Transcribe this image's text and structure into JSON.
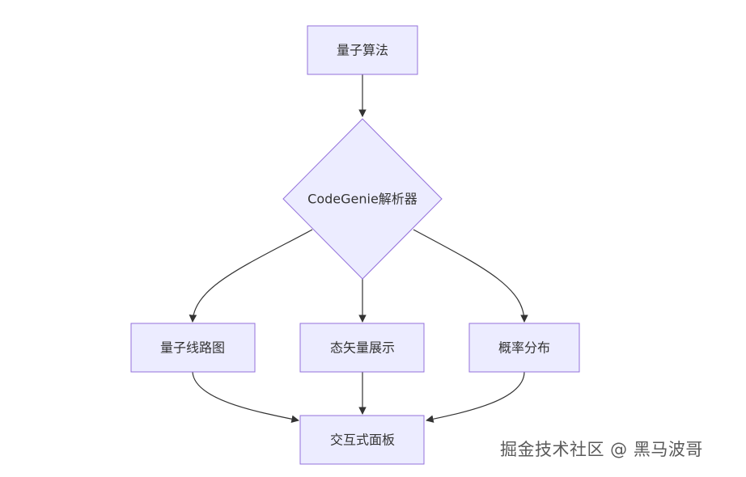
{
  "diagram": {
    "nodes": {
      "quantum_algorithm": "量子算法",
      "parser": "CodeGenie解析器",
      "circuit_diagram": "量子线路图",
      "state_vector": "态矢量展示",
      "probability": "概率分布",
      "interactive_panel": "交互式面板"
    },
    "edges": [
      {
        "from": "量子算法",
        "to": "CodeGenie解析器"
      },
      {
        "from": "CodeGenie解析器",
        "to": "量子线路图"
      },
      {
        "from": "CodeGenie解析器",
        "to": "态矢量展示"
      },
      {
        "from": "CodeGenie解析器",
        "to": "概率分布"
      },
      {
        "from": "量子线路图",
        "to": "交互式面板"
      },
      {
        "from": "态矢量展示",
        "to": "交互式面板"
      },
      {
        "from": "概率分布",
        "to": "交互式面板"
      }
    ],
    "colors": {
      "node_fill": "#ECECFF",
      "node_stroke": "#9370DB",
      "edge": "#333333",
      "text": "#333333"
    }
  },
  "watermark": "掘金技术社区 @ 黑马波哥"
}
